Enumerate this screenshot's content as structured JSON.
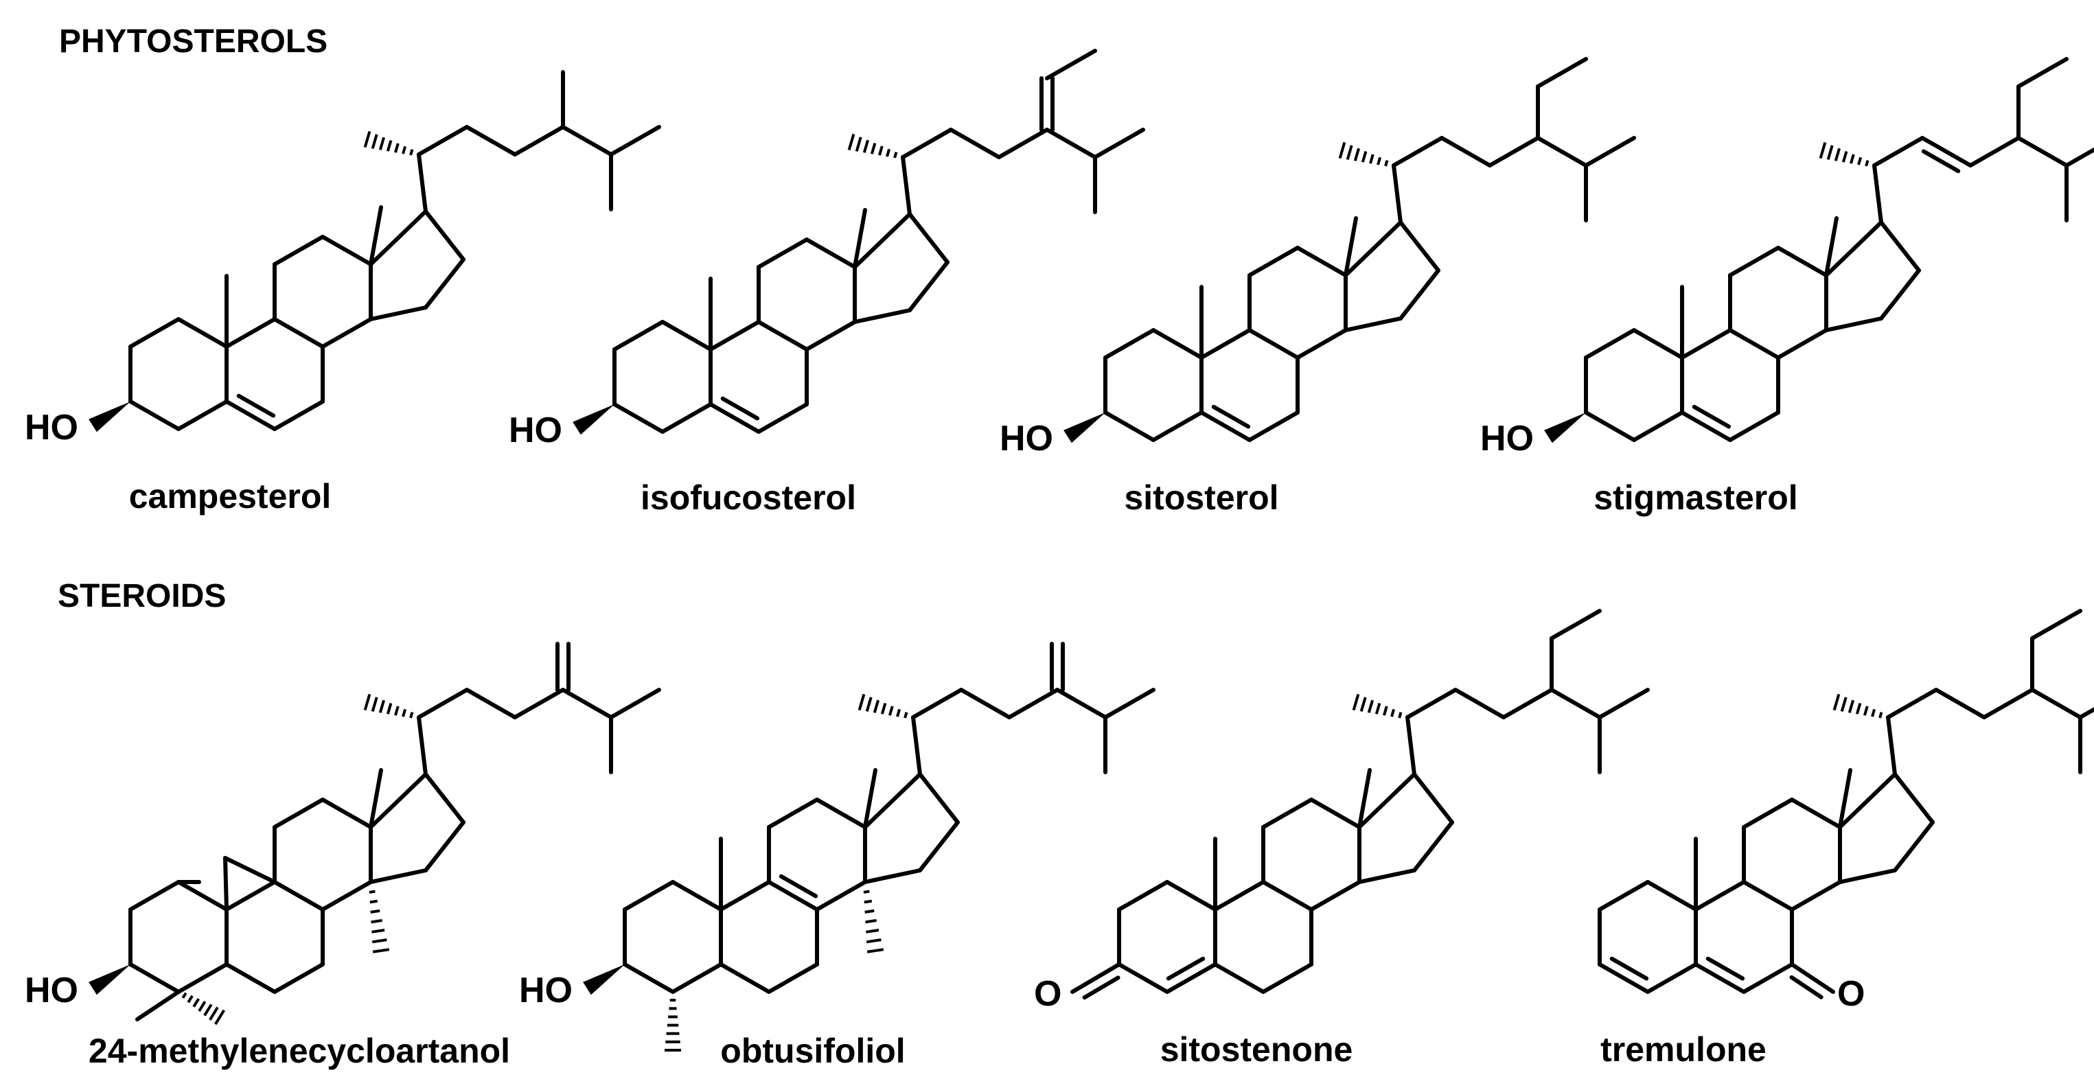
{
  "sections": [
    {
      "title": "PHYTOSTEROLS",
      "compounds": [
        {
          "name": "campesterol",
          "side_chain": "campesterol",
          "substituent": "HO"
        },
        {
          "name": "isofucosterol",
          "side_chain": "isofucosterol",
          "substituent": "HO"
        },
        {
          "name": "sitosterol",
          "side_chain": "sitosterol",
          "substituent": "HO"
        },
        {
          "name": "stigmasterol",
          "side_chain": "stigmasterol",
          "substituent": "HO"
        }
      ]
    },
    {
      "title": "STEROIDS",
      "compounds": [
        {
          "name": "24-methylenecycloartanol",
          "side_chain": "methylene",
          "substituent": "HO"
        },
        {
          "name": "obtusifoliol",
          "side_chain": "methylene",
          "substituent": "HO"
        },
        {
          "name": "sitostenone",
          "side_chain": "sitosterol",
          "substituent": "O"
        },
        {
          "name": "tremulone",
          "side_chain": "sitosterol",
          "substituent": "O"
        }
      ]
    }
  ],
  "colors": {
    "ink": "#000000",
    "background": "#ffffff"
  }
}
